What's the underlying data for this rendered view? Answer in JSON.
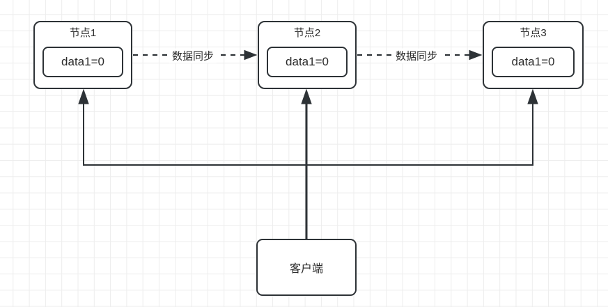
{
  "diagram": {
    "nodes": [
      {
        "id": "node1",
        "title": "节点1",
        "data_label": "data1=0"
      },
      {
        "id": "node2",
        "title": "节点2",
        "data_label": "data1=0"
      },
      {
        "id": "node3",
        "title": "节点3",
        "data_label": "data1=0"
      }
    ],
    "client": {
      "label": "客户端"
    },
    "edges": {
      "sync1_label": "数据同步",
      "sync2_label": "数据同步"
    },
    "colors": {
      "stroke": "#2d3236",
      "text": "#2b2b2b",
      "grid_line": "#ededed",
      "background": "#ffffff"
    }
  }
}
